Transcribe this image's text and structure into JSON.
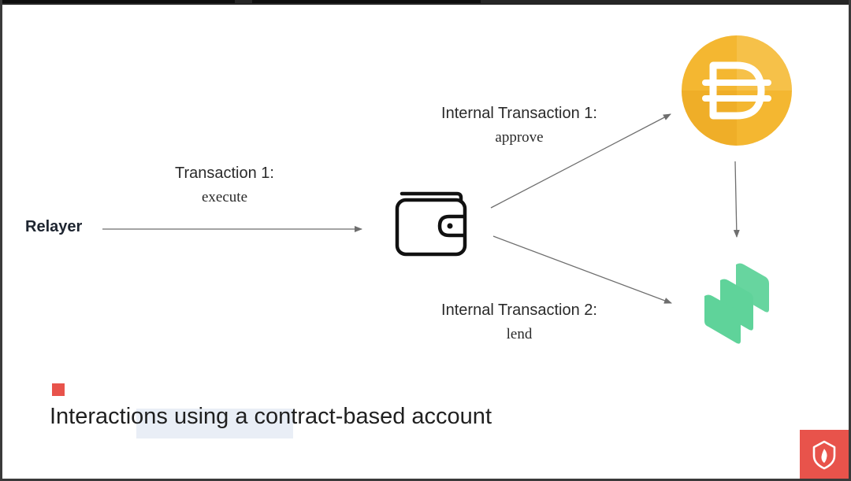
{
  "diagram": {
    "relayer_label": "Relayer",
    "transaction_1": {
      "title": "Transaction 1:",
      "method": "execute"
    },
    "internal_transaction_1": {
      "title": "Internal Transaction 1:",
      "method": "approve"
    },
    "internal_transaction_2": {
      "title": "Internal Transaction 2:",
      "method": "lend"
    },
    "icons": {
      "wallet": "wallet-icon",
      "token": "dai-token-icon",
      "protocol": "compound-icon",
      "logo": "flame-shield-icon"
    }
  },
  "caption": "Interactions using a contract-based account",
  "colors": {
    "accent_red": "#e8534b",
    "dai_gold": "#f4b731",
    "compound_green": "#5fd39a",
    "arrow": "#6e6e6e"
  }
}
